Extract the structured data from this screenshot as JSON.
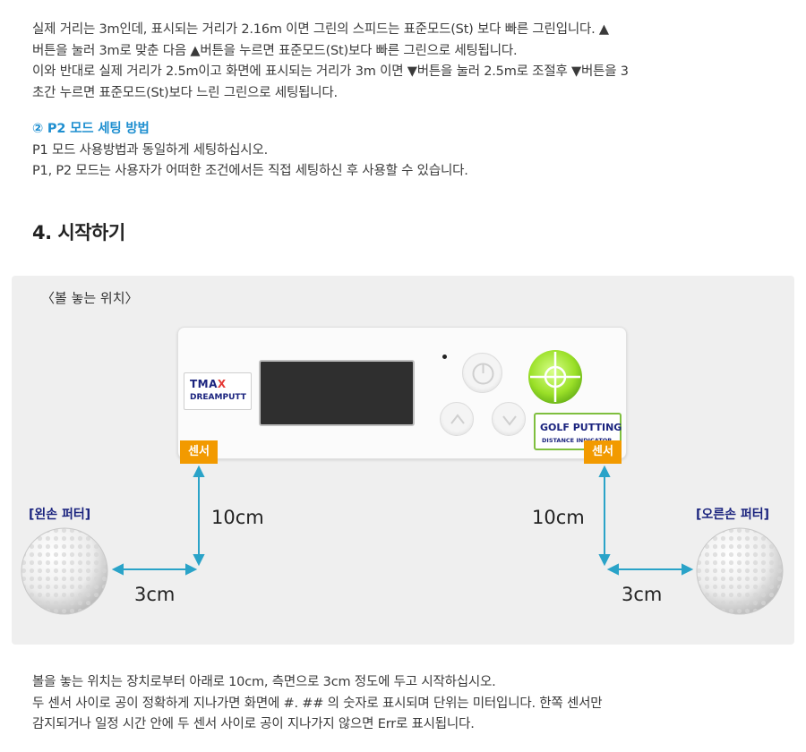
{
  "intro": {
    "lines": [
      "실제 거리는 3m인데, 표시되는 거리가 2.16m 이면 그린의 스피드는 표준모드(St) 보다 빠른 그린입니다. ▲",
      "버튼을 눌러 3m로 맞춘 다음 ▲버튼을 누르면 표준모드(St)보다 빠른 그린으로 세팅됩니다.",
      "이와 반대로 실제 거리가 2.5m이고 화면에 표시되는 거리가 3m 이면 ▼버튼을 눌러 2.5m로 조절후 ▼버튼을 3",
      "초간 누르면 표준모드(St)보다 느린 그린으로 세팅됩니다."
    ]
  },
  "p2_section": {
    "title": "② P2 모드 세팅 방법",
    "lines": [
      "P1 모드 사용방법과 동일하게 세팅하십시오.",
      "P1, P2 모드는 사용자가 어떠한 조건에서든 직접 세팅하신 후 사용할 수 있습니다."
    ]
  },
  "section_heading": "4. 시작하기",
  "diagram": {
    "title": "〈볼 놓는 위치〉",
    "device": {
      "logo_line1": "TMA",
      "logo_x": "X",
      "logo_line2": "DREAMPUTT",
      "label_line1": "GOLF PUTTING",
      "label_line2": "DISTANCE INDICATOR"
    },
    "sensor_left": "센서",
    "sensor_right": "센서",
    "left_putter_label": "[왼손 퍼터]",
    "right_putter_label": "[오른손 퍼터]",
    "left_vertical": "10cm",
    "right_vertical": "10cm",
    "left_horizontal": "3cm",
    "right_horizontal": "3cm",
    "colors": {
      "sensor": "#f29a00",
      "label_text": "#1a237e",
      "level_green": "#9be028",
      "arrow": "#2aa3c8",
      "panel": "#efefef"
    }
  },
  "bottom": {
    "lines": [
      "볼을 놓는 위치는 장치로부터 아래로 10cm, 측면으로 3cm 정도에 두고 시작하십시오.",
      "두 센서 사이로 공이 정확하게 지나가면 화면에 #. ## 의 숫자로 표시되며 단위는 미터입니다. 한쪽 센서만",
      "감지되거나 일정 시간 안에 두 센서 사이로 공이 지나가지 않으면 Err로 표시됩니다."
    ]
  }
}
